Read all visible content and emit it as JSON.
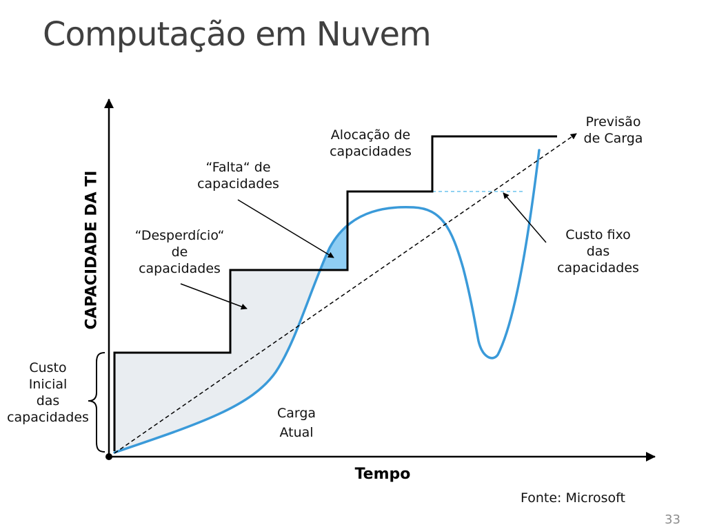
{
  "slide": {
    "title": "Computação em Nuvem",
    "page_number": "33",
    "source": "Fonte: Microsoft"
  },
  "axes": {
    "x_title": "Tempo",
    "y_title": "CAPACIDADE DA TI"
  },
  "labels": {
    "capacity_allocation": [
      "Alocação de",
      "capacidades"
    ],
    "load_forecast": [
      "Previsão",
      "de Carga"
    ],
    "capacity_shortage": [
      "“Falta“ de",
      "capacidades"
    ],
    "capacity_waste": [
      "“Desperdício“",
      "de",
      "capacidades"
    ],
    "fixed_cost": [
      "Custo fixo",
      "das",
      "capacidades"
    ],
    "initial_cost": [
      "Custo",
      "Inicial",
      "das",
      "capacidades"
    ],
    "actual_load": [
      "Carga",
      "Atual"
    ]
  },
  "colors": {
    "title": "#404040",
    "allocation_line": "#000000",
    "actual_load_line": "#3a9ad9",
    "waste_fill": "#e9edf1",
    "shortage_fill": "#8fcdf3",
    "fixed_cost_line": "#6cc4ee",
    "forecast_line": "#000000"
  }
}
